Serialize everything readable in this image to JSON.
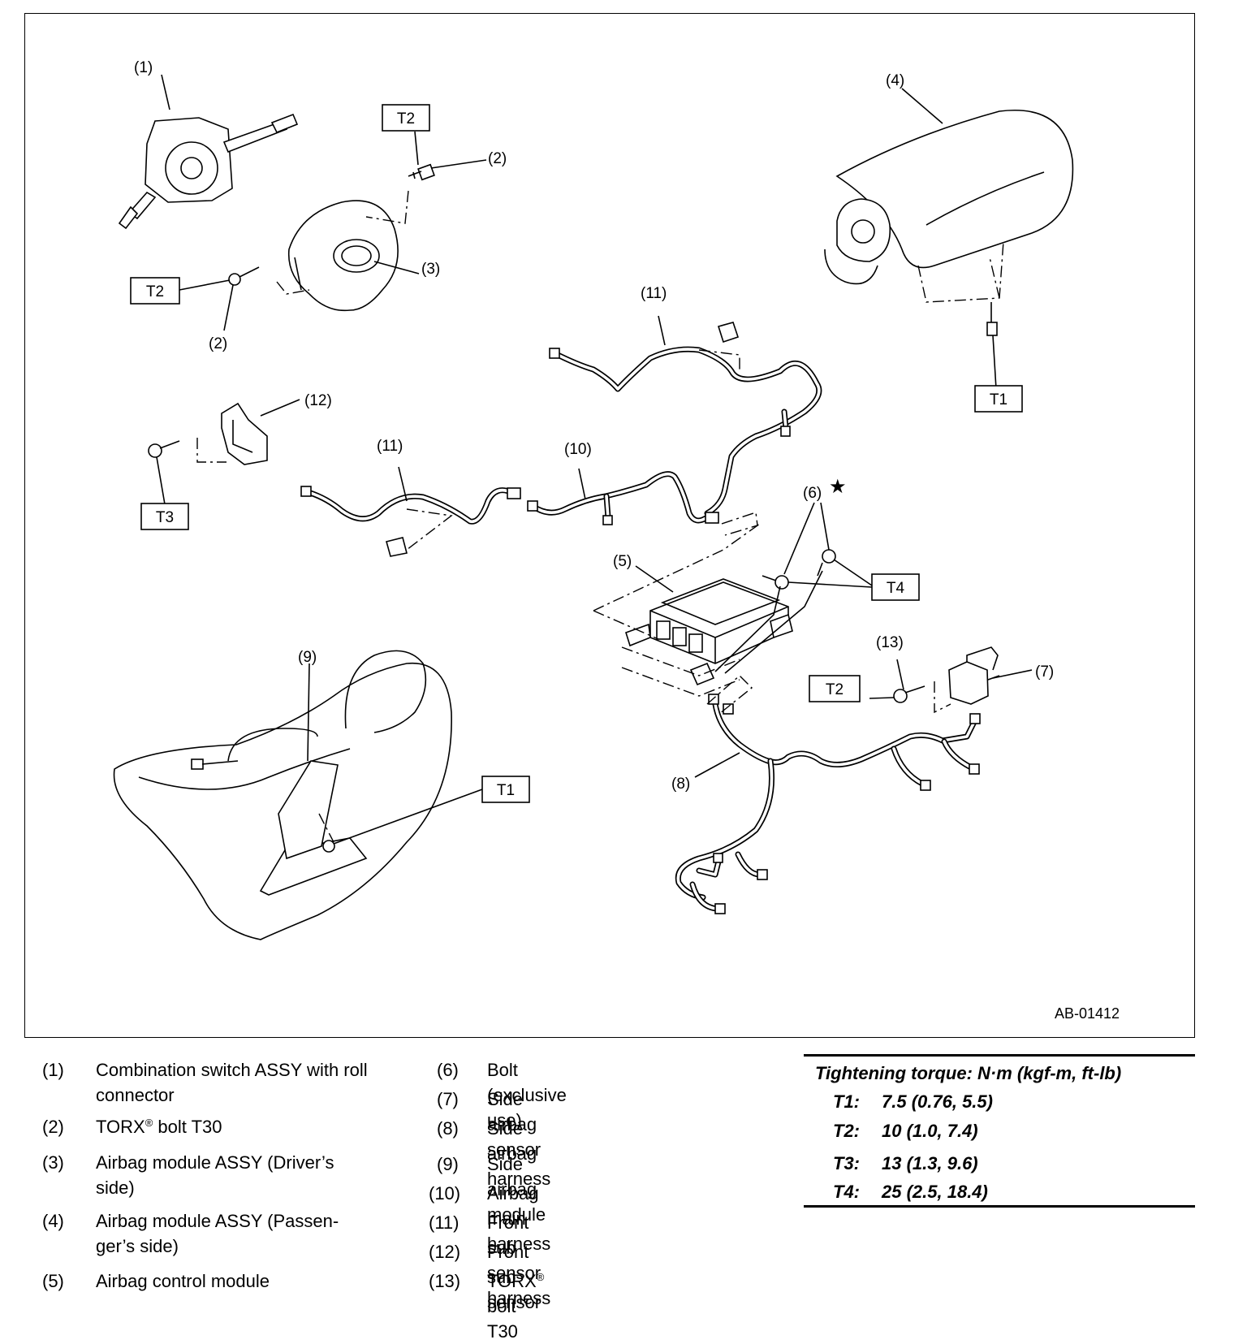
{
  "figure_id": "AB-01412",
  "callouts": {
    "c1": "(1)",
    "c2": "(2)",
    "c3": "(3)",
    "c4": "(4)",
    "c5": "(5)",
    "c6": "(6)",
    "c6_star": "★",
    "c7": "(7)",
    "c8": "(8)",
    "c9": "(9)",
    "c10": "(10)",
    "c11": "(11)",
    "c12": "(12)",
    "c13": "(13)"
  },
  "torque_boxes": {
    "t1": "T1",
    "t2": "T2",
    "t3": "T3",
    "t4": "T4"
  },
  "legend": {
    "left": [
      {
        "num": "(1)",
        "text": "Combination switch ASSY with roll connector"
      },
      {
        "num": "(2)",
        "text": "TORX",
        "sup": "®",
        "suffix": " bolt T30"
      },
      {
        "num": "(3)",
        "text": "Airbag module ASSY (Driver’s side)"
      },
      {
        "num": "(4)",
        "text": "Airbag module ASSY (Passen-ger’s side)"
      },
      {
        "num": "(5)",
        "text": "Airbag control module"
      }
    ],
    "right": [
      {
        "num": "(6)",
        "text": "Bolt (exclusive use)"
      },
      {
        "num": "(7)",
        "text": "Side airbag sensor"
      },
      {
        "num": "(8)",
        "text": "Side airbag harness"
      },
      {
        "num": "(9)",
        "text": "Side airbag module"
      },
      {
        "num": "(10)",
        "text": "Airbag main harness"
      },
      {
        "num": "(11)",
        "text": "Front sub sensor harness"
      },
      {
        "num": "(12)",
        "text": "Front sub sensor"
      },
      {
        "num": "(13)",
        "text": "TORX",
        "sup": "®",
        "suffix": " bolt T30"
      }
    ]
  },
  "torque_table": {
    "title": "Tightening torque: N·m (kgf-m, ft-lb)",
    "rows": [
      {
        "key": "T1:",
        "value": "7.5 (0.76, 5.5)"
      },
      {
        "key": "T2:",
        "value": "10 (1.0, 7.4)"
      },
      {
        "key": "T3:",
        "value": "13 (1.3, 9.6)"
      },
      {
        "key": "T4:",
        "value": "25 (2.5, 18.4)"
      }
    ]
  }
}
